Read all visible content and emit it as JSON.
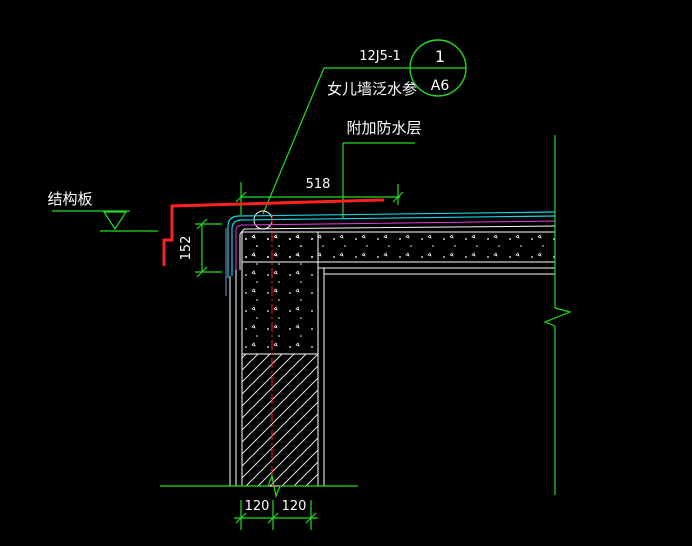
{
  "callout": {
    "ref_code": "12J5-1",
    "description": "女儿墙泛水参",
    "detail_no": "1",
    "sheet_no": "A6"
  },
  "labels": {
    "extra_waterproof": "附加防水层",
    "structural_slab": "结构板"
  },
  "dimensions": {
    "top_length": "518",
    "upturn_height": "152",
    "wall_left": "120",
    "wall_right": "120"
  },
  "colors": {
    "background": "#000000",
    "red_line": "#ff2020",
    "green_line": "#22dd22",
    "white_line": "#ffffff",
    "cyan_line": "#19d3e8",
    "magenta_line": "#e040e0"
  }
}
